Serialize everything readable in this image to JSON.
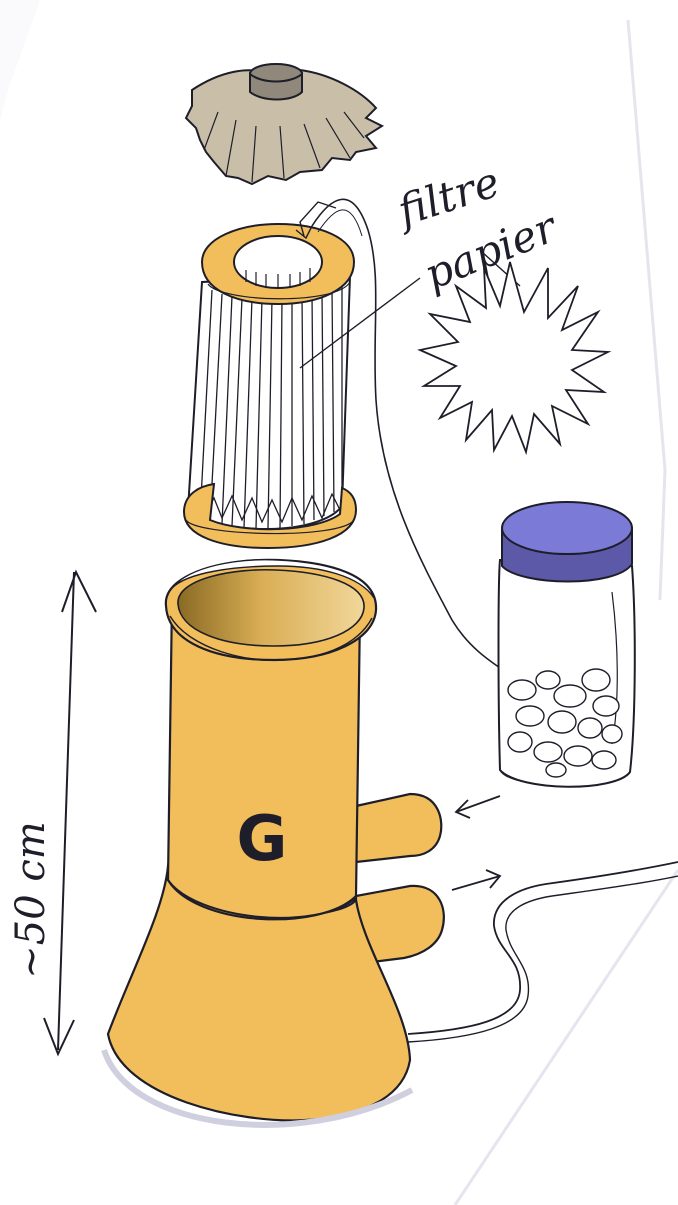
{
  "labels": {
    "filter_word_1": "filtre",
    "filter_word_2": "papier",
    "height": "~50 cm",
    "pump_letter": "G"
  },
  "colors": {
    "pump_body": "#f2be5c",
    "cartridge_ring": "#f2be5c",
    "cap": "#c9bfa9",
    "cap_knob": "#8f887b",
    "jar_lid": "#7b7ad6",
    "ink": "#1e1e2a",
    "paper_edge": "#e7e7ee"
  },
  "icons": [
    "filter-cap",
    "filter-cartridge",
    "pleated-paper-star",
    "jar-with-pebbles",
    "pump-housing",
    "hose",
    "double-arrow"
  ]
}
